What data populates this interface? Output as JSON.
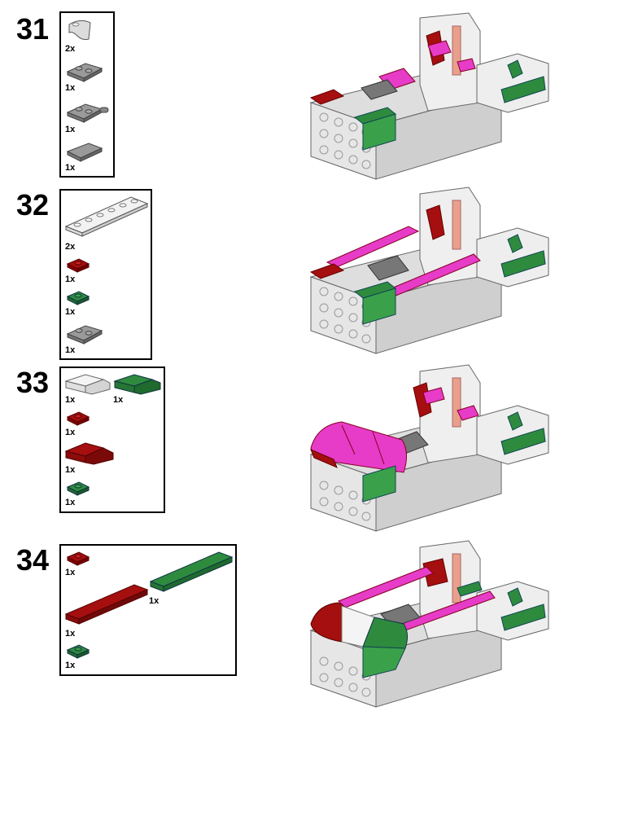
{
  "steps": [
    {
      "number": "31",
      "parts": [
        {
          "name": "light-bluish-gray-curved-slope",
          "qty": "2x",
          "color": "#dcdcdc"
        },
        {
          "name": "dark-gray-plate-1x2",
          "qty": "1x",
          "color": "#8c8c8c"
        },
        {
          "name": "dark-gray-plate-handle",
          "qty": "1x",
          "color": "#8c8c8c"
        },
        {
          "name": "dark-gray-tile",
          "qty": "1x",
          "color": "#8c8c8c"
        }
      ]
    },
    {
      "number": "32",
      "parts": [
        {
          "name": "white-plate-1x6",
          "qty": "2x",
          "color": "#f2f2f2"
        },
        {
          "name": "dark-red-plate-1x1",
          "qty": "1x",
          "color": "#a50f0f"
        },
        {
          "name": "green-plate-1x1",
          "qty": "1x",
          "color": "#2e8b3e"
        },
        {
          "name": "dark-gray-plate-1x2",
          "qty": "1x",
          "color": "#8c8c8c"
        }
      ]
    },
    {
      "number": "33",
      "parts": [
        {
          "name": "white-curved-slope",
          "qty": "1x",
          "color": "#f2f2f2"
        },
        {
          "name": "green-curved-slope",
          "qty": "1x",
          "color": "#2e8b3e"
        },
        {
          "name": "dark-red-plate-1x1",
          "qty": "1x",
          "color": "#a50f0f"
        },
        {
          "name": "dark-red-curved-slope",
          "qty": "1x",
          "color": "#a50f0f"
        },
        {
          "name": "green-plate-1x1",
          "qty": "1x",
          "color": "#2e8b3e"
        }
      ]
    },
    {
      "number": "34",
      "parts": [
        {
          "name": "dark-red-plate-1x1",
          "qty": "1x",
          "color": "#a50f0f"
        },
        {
          "name": "dark-red-tile-long",
          "qty": "1x",
          "color": "#a50f0f"
        },
        {
          "name": "green-tile-long",
          "qty": "1x",
          "color": "#2e8b3e"
        },
        {
          "name": "green-plate-1x1",
          "qty": "1x",
          "color": "#2e8b3e"
        }
      ]
    }
  ],
  "colors": {
    "white": "#f2f2f2",
    "light_gray": "#c8c8c8",
    "dark_gray": "#8c8c8c",
    "dark_red": "#a50f0f",
    "green": "#2e8b3e",
    "pink": "#e63cc8",
    "salmon": "#e8a08c"
  }
}
